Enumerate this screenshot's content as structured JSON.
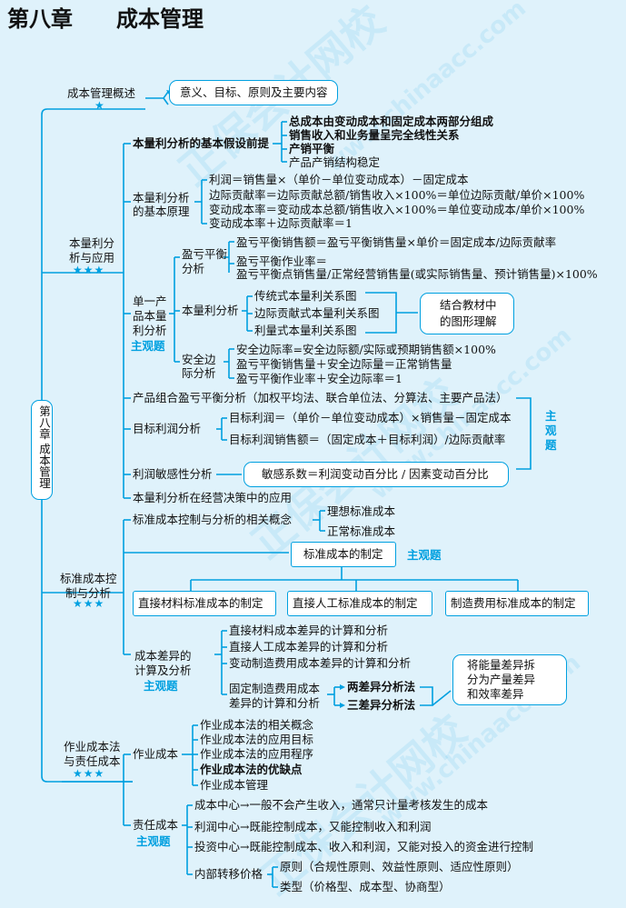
{
  "title": {
    "chapter": "第八章",
    "name": "成本管理"
  },
  "watermarks": [
    "正保会计网校",
    "www.chinaacc.com"
  ],
  "root": "第八章 成本管理",
  "section1": {
    "label": "成本管理概述",
    "stars": "★",
    "content": "意义、目标、原则及主要内容"
  },
  "section2": {
    "label_l1": "本量利分",
    "label_l2": "析与应用",
    "stars": "★★★",
    "assumptions": {
      "label": "本量利分析的基本假设前提",
      "items": [
        "总成本由变动成本和固定成本两部分组成",
        "销售收入和业务量呈完全线性关系",
        "产销平衡",
        "产品产销结构稳定"
      ]
    },
    "principle": {
      "label_l1": "本量利分析",
      "label_l2": "的基本原理",
      "items": [
        "利润＝销售量×（单价－单位变动成本）－固定成本",
        "边际贡献率＝边际贡献总额/销售收入×100%＝单位边际贡献/单价×100%",
        "变动成本率＝变动成本总额/销售收入×100%＝单位变动成本/单价×100%",
        "变动成本率＋边际贡献率＝1"
      ]
    },
    "single": {
      "label_l1": "单一产",
      "label_l2": "品本量",
      "label_l3": "利分析",
      "tag": "主观题",
      "breakeven": {
        "label_l1": "盈亏平衡",
        "label_l2": "分析",
        "items": [
          "盈亏平衡销售额＝盈亏平衡销售量×单价＝固定成本/边际贡献率",
          "盈亏平衡作业率＝",
          "盈亏平衡点销售量/正常经营销售量(或实际销售量、预计销售量)×100%"
        ]
      },
      "cvp_chart": {
        "label": "本量利分析",
        "items": [
          "传统式本量利关系图",
          "边际贡献式本量利关系图",
          "利量式本量利关系图"
        ],
        "note_l1": "结合教材中",
        "note_l2": "的图形理解"
      },
      "safety": {
        "label_l1": "安全边",
        "label_l2": "际分析",
        "items": [
          "安全边际率=安全边际额/实际或预期销售额×100%",
          "盈亏平衡销售量＋安全边际量＝正常销售量",
          "盈亏平衡作业率＋安全边际率＝1"
        ]
      }
    },
    "multi": "产品组合盈亏平衡分析（加权平均法、联合单位法、分算法、主要产品法）",
    "target": {
      "label": "目标利润分析",
      "items": [
        "目标利润＝（单价－单位变动成本）×销售量－固定成本",
        "目标利润销售额＝（固定成本＋目标利润）/边际贡献率"
      ],
      "tag_chars": [
        "主",
        "观",
        "题"
      ]
    },
    "sensitivity": {
      "label": "利润敏感性分析",
      "content": "敏感系数＝利润变动百分比 / 因素变动百分比"
    },
    "decision": "本量利分析在经营决策中的应用"
  },
  "section3": {
    "label_l1": "标准成本控",
    "label_l2": "制与分析",
    "stars": "★★★",
    "concepts": {
      "label": "标准成本控制与分析的相关概念",
      "items": [
        "理想标准成本",
        "正常标准成本"
      ]
    },
    "setting": {
      "label": "标准成本的制定",
      "tag": "主观题",
      "items": [
        "直接材料标准成本的制定",
        "直接人工标准成本的制定",
        "制造费用标准成本的制定"
      ]
    },
    "variance": {
      "label_l1": "成本差异的",
      "label_l2": "计算及分析",
      "tag": "主观题",
      "items": [
        "直接材料成本差异的计算和分析",
        "直接人工成本差异的计算和分析",
        "变动制造费用成本差异的计算和分析"
      ],
      "fixed_l1": "固定制造费用成本",
      "fixed_l2": "差异的计算和分析",
      "methods": [
        "两差异分析法",
        "三差异分析法"
      ],
      "note_l1": "将能量差异拆",
      "note_l2": "分为产量差异",
      "note_l3": "和效率差异"
    }
  },
  "section4": {
    "label_l1": "作业成本法",
    "label_l2": "与责任成本",
    "stars": "★★★",
    "abc": {
      "label": "作业成本",
      "items": [
        "作业成本法的相关概念",
        "作业成本法的应用目标",
        "作业成本法的应用程序",
        "作业成本法的优缺点",
        "作业成本管理"
      ]
    },
    "resp": {
      "label": "责任成本",
      "tag": "主观题",
      "items": [
        "成本中心→一般不会产生收入，通常只计量考核发生的成本",
        "利润中心→既能控制成本，又能控制收入和利润",
        "投资中心→既能控制成本、收入和利润，又能对投入的资金进行控制"
      ],
      "transfer": {
        "label": "内部转移价格",
        "items": [
          "原则（合规性原则、效益性原则、适应性原则）",
          "类型（价格型、成本型、协商型）"
        ]
      }
    }
  }
}
